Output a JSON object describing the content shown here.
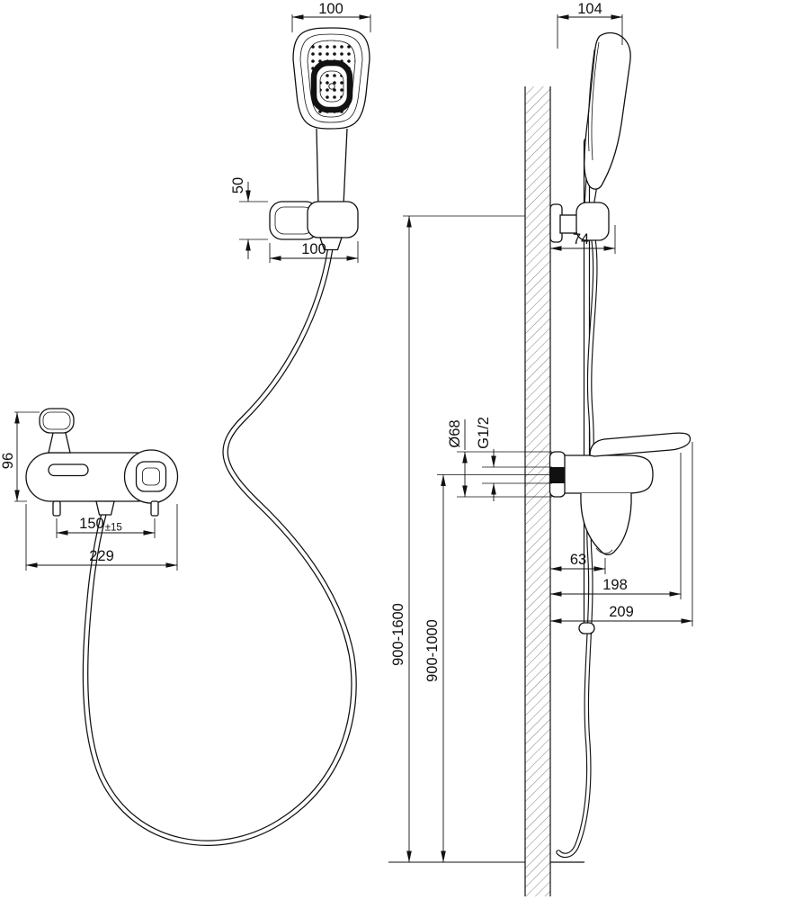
{
  "colors": {
    "ink": "#111111",
    "paper": "#ffffff"
  },
  "dims": {
    "head_width_front": "100",
    "head_depth_side": "104",
    "bracket_height": "50",
    "bracket_width": "100",
    "mixer_height": "96",
    "supply_spacing": "150",
    "supply_tolerance": "±15",
    "mixer_width": "229",
    "rail_offset": "74",
    "escutcheon_diameter": "Ø68",
    "connection_thread": "G1/2",
    "spout_reach": "63",
    "body_reach": "198",
    "total_reach": "209",
    "rail_mount_height": "900-1600",
    "mixer_mount_height": "900-1000"
  }
}
